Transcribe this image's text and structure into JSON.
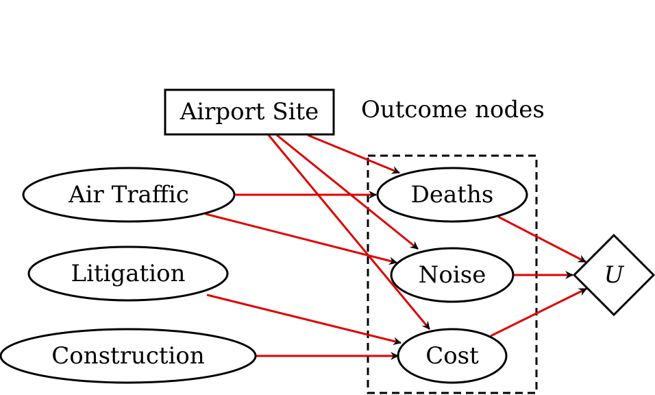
{
  "nodes": {
    "airport_site": "Airport Site",
    "air_traffic": "Air Traffic",
    "litigation": "Litigation",
    "construction": "Construction",
    "deaths": "Deaths",
    "noise": "Noise",
    "cost": "Cost",
    "utility": "U"
  },
  "group": {
    "label": "Outcome nodes"
  },
  "edges": [
    {
      "from": "airport_site",
      "to": "deaths"
    },
    {
      "from": "airport_site",
      "to": "noise"
    },
    {
      "from": "airport_site",
      "to": "cost"
    },
    {
      "from": "air_traffic",
      "to": "deaths"
    },
    {
      "from": "air_traffic",
      "to": "noise"
    },
    {
      "from": "litigation",
      "to": "cost"
    },
    {
      "from": "construction",
      "to": "cost"
    },
    {
      "from": "deaths",
      "to": "utility"
    },
    {
      "from": "noise",
      "to": "utility"
    },
    {
      "from": "cost",
      "to": "utility"
    }
  ],
  "colors": {
    "edge": "#e00000",
    "outline": "#000000"
  }
}
